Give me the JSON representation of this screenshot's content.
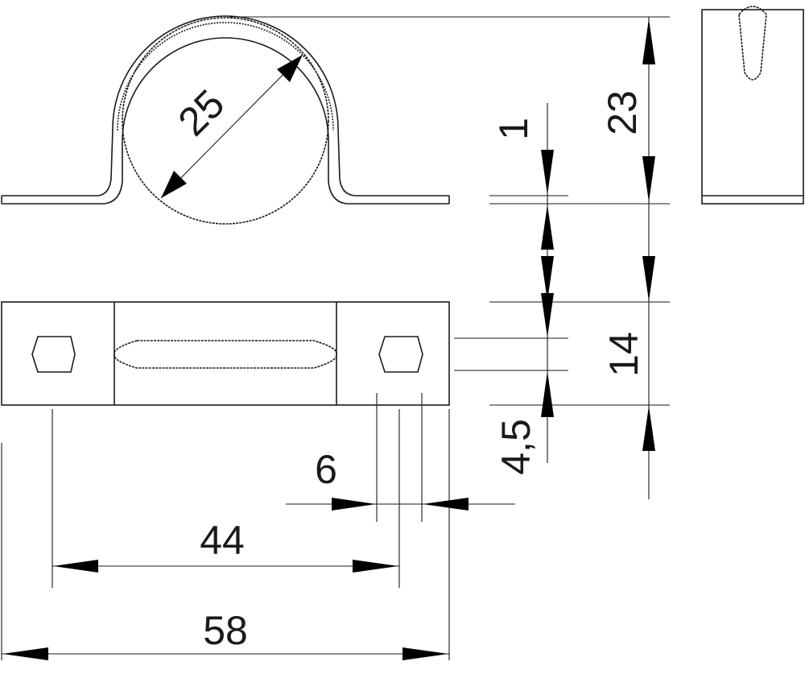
{
  "drawing": {
    "dimensions": {
      "pipe_diameter": "25",
      "clip_height": "23",
      "sheet_thickness": "1",
      "base_width": "14",
      "hole_size": "4,5",
      "hole_edge_offset": "6",
      "hole_spacing": "44",
      "overall_length": "58"
    }
  }
}
